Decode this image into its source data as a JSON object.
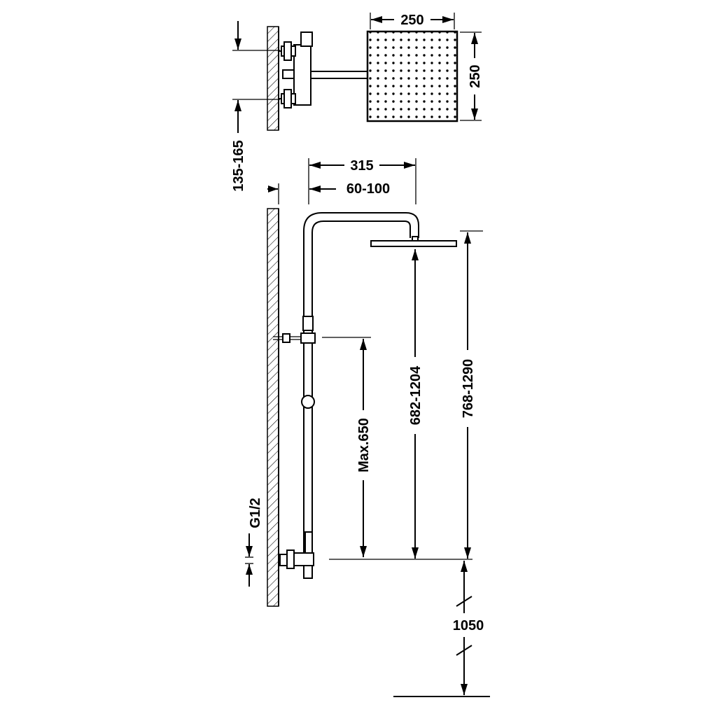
{
  "dimensions": {
    "head_width": "250",
    "head_depth": "250",
    "valve_spacing": "135-165",
    "arm_reach": "315",
    "wall_offset": "60-100",
    "slider_height": "Max.650",
    "head_height_short": "682-1204",
    "head_height_tall": "768-1290",
    "inlet_thread": "G1/2",
    "inlet_height": "1050"
  }
}
